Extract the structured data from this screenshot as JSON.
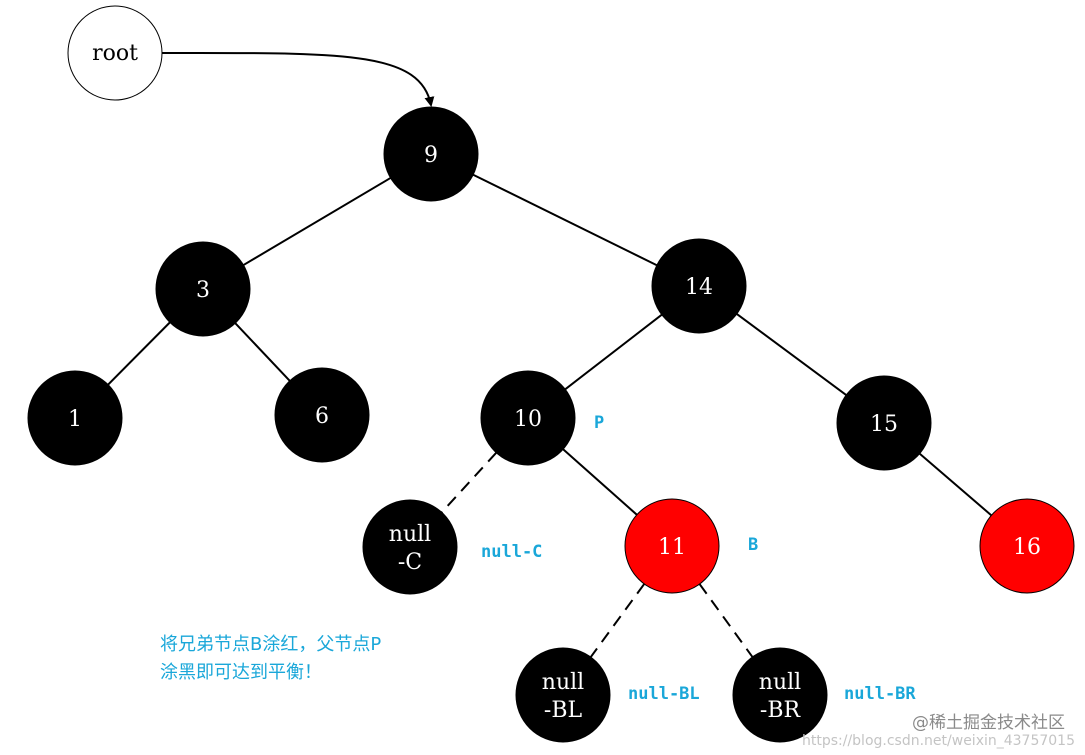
{
  "colors": {
    "black_node": "#000000",
    "red_node": "#ff0000",
    "root_fill": "#ffffff",
    "annotation": "#1aa7d9",
    "edge": "#000000"
  },
  "root": {
    "label": "root"
  },
  "nodes": [
    {
      "id": "n9",
      "label": "9",
      "color": "black"
    },
    {
      "id": "n3",
      "label": "3",
      "color": "black"
    },
    {
      "id": "n14",
      "label": "14",
      "color": "black"
    },
    {
      "id": "n1",
      "label": "1",
      "color": "black"
    },
    {
      "id": "n6",
      "label": "6",
      "color": "black"
    },
    {
      "id": "n10",
      "label": "10",
      "color": "black"
    },
    {
      "id": "n15",
      "label": "15",
      "color": "black"
    },
    {
      "id": "nC",
      "label": [
        "null",
        "-C"
      ],
      "color": "black"
    },
    {
      "id": "n11",
      "label": "11",
      "color": "red"
    },
    {
      "id": "n16",
      "label": "16",
      "color": "red"
    },
    {
      "id": "nBL",
      "label": [
        "null",
        "-BL"
      ],
      "color": "black"
    },
    {
      "id": "nBR",
      "label": [
        "null",
        "-BR"
      ],
      "color": "black"
    }
  ],
  "edges": [
    {
      "from": "n9",
      "to": "n3",
      "style": "solid"
    },
    {
      "from": "n9",
      "to": "n14",
      "style": "solid"
    },
    {
      "from": "n3",
      "to": "n1",
      "style": "solid"
    },
    {
      "from": "n3",
      "to": "n6",
      "style": "solid"
    },
    {
      "from": "n14",
      "to": "n10",
      "style": "solid"
    },
    {
      "from": "n14",
      "to": "n15",
      "style": "solid"
    },
    {
      "from": "n10",
      "to": "nC",
      "style": "dashed"
    },
    {
      "from": "n10",
      "to": "n11",
      "style": "solid"
    },
    {
      "from": "n15",
      "to": "n16",
      "style": "solid"
    },
    {
      "from": "n11",
      "to": "nBL",
      "style": "dashed"
    },
    {
      "from": "n11",
      "to": "nBR",
      "style": "dashed"
    }
  ],
  "annotations": {
    "p": "P",
    "b": "B",
    "null_c": "null-C",
    "null_bl": "null-BL",
    "null_br": "null-BR"
  },
  "note": {
    "line1": "将兄弟节点B涂红，父节点P",
    "line2": "涂黑即可达到平衡！"
  },
  "watermark": {
    "brand": "@稀土掘金技术社区",
    "url": "https://blog.csdn.net/weixin_43757015"
  }
}
